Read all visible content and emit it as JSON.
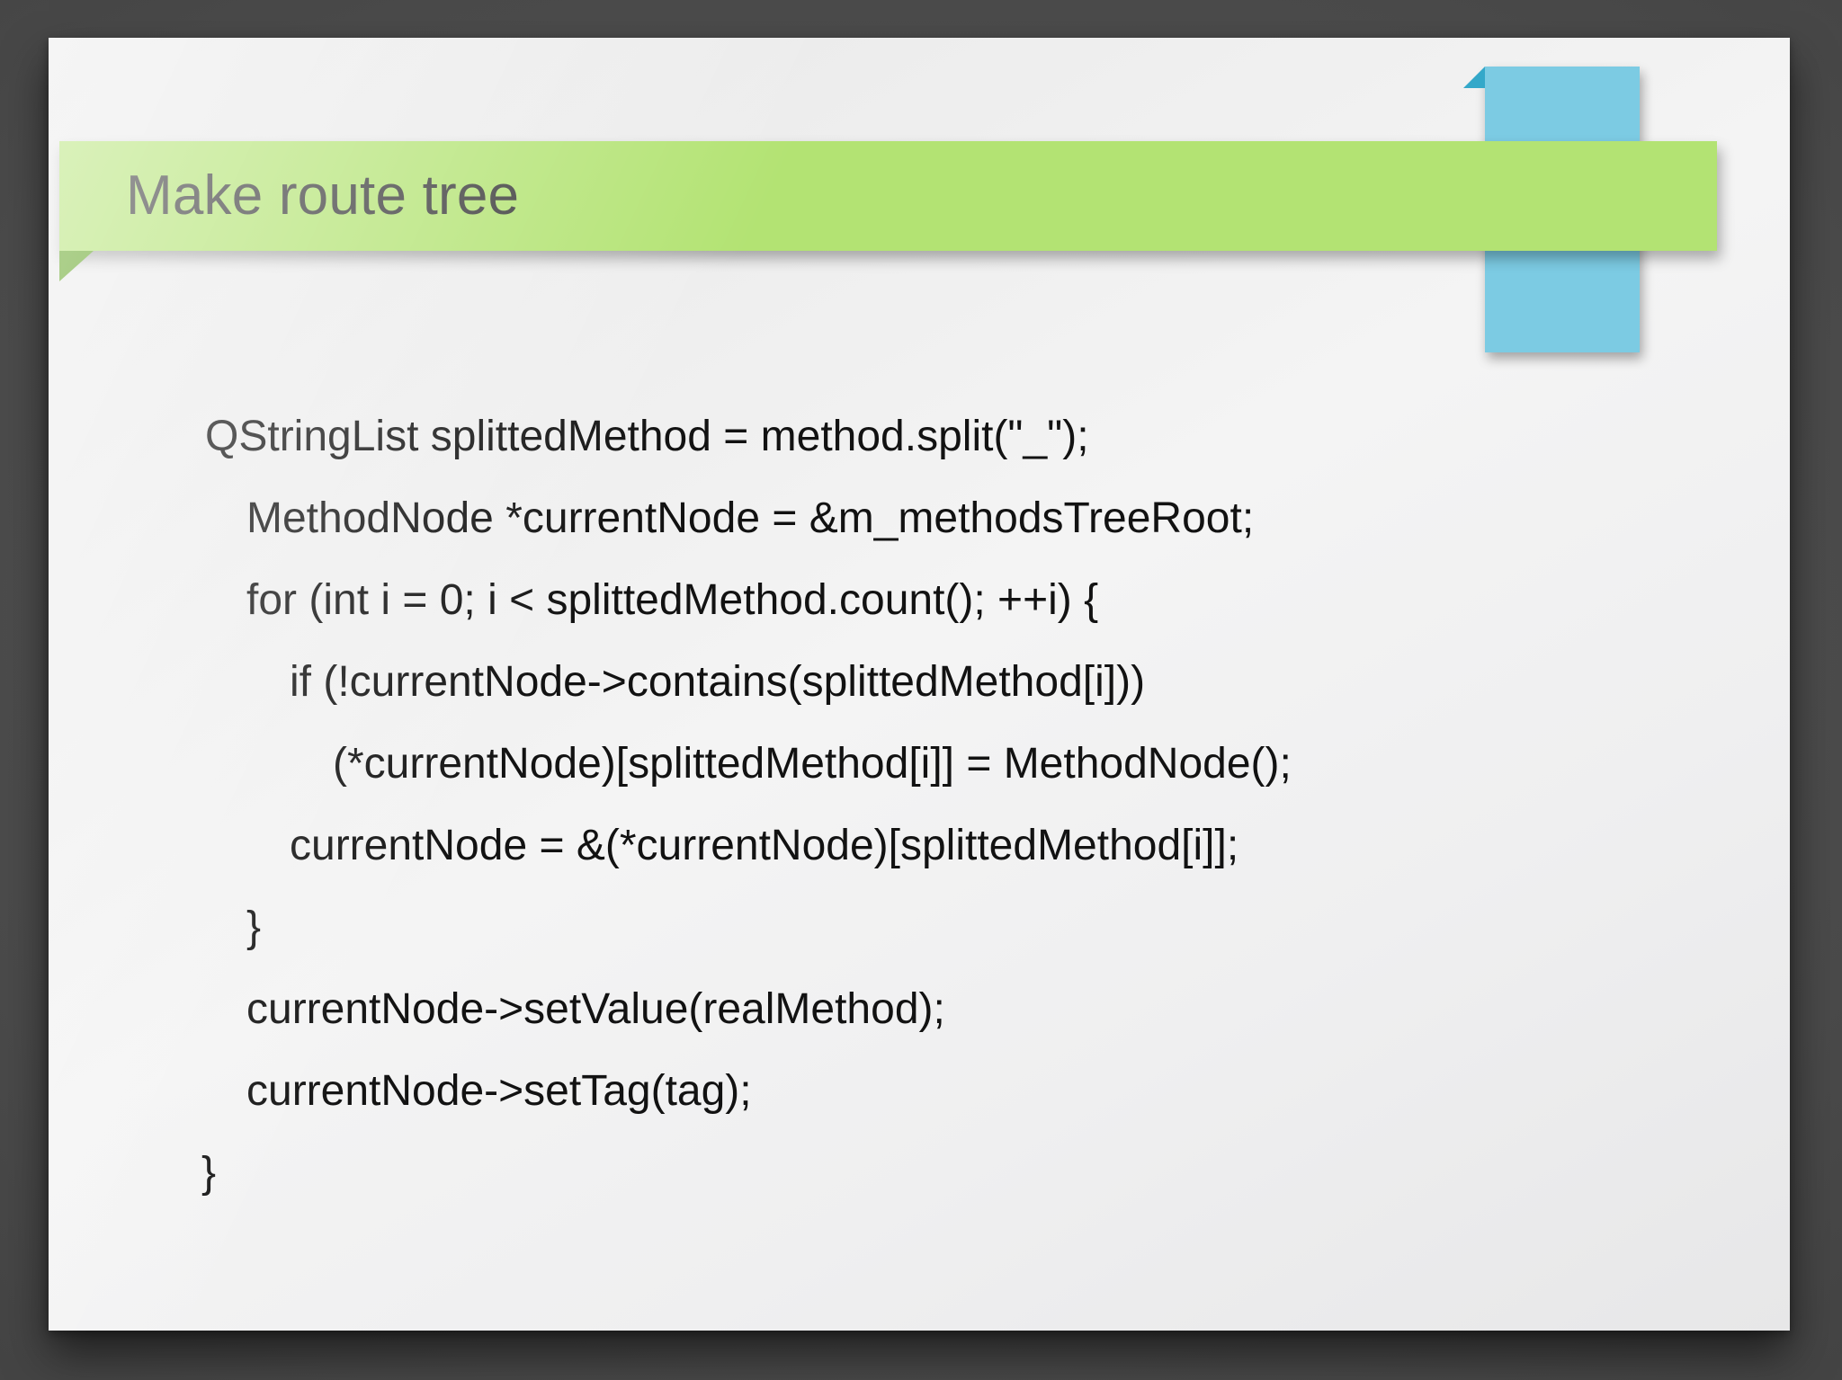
{
  "slide": {
    "title": "Make route tree",
    "code_lines": [
      {
        "text": "QStringList splittedMethod = method.split(\"_\");",
        "indent": 0
      },
      {
        "text": "MethodNode *currentNode = &m_methodsTreeRoot;",
        "indent": 1
      },
      {
        "text": "for (int i = 0; i < splittedMethod.count(); ++i) {",
        "indent": 1
      },
      {
        "text": "if (!currentNode->contains(splittedMethod[i]))",
        "indent": 2
      },
      {
        "text": "(*currentNode)[splittedMethod[i]] = MethodNode();",
        "indent": 3
      },
      {
        "text": "currentNode = &(*currentNode)[splittedMethod[i]];",
        "indent": 2
      },
      {
        "text": "}",
        "indent": 1
      },
      {
        "text": "currentNode->setValue(realMethod);",
        "indent": 1
      },
      {
        "text": "currentNode->setTag(tag);",
        "indent": 1
      },
      {
        "text": "}",
        "indent": 0
      }
    ],
    "colors": {
      "backdrop": "#4a4a4a",
      "sheet": "#efeff0",
      "banner_green": "#b3e373",
      "banner_green_fold": "#63a524",
      "ribbon_blue": "#7ccbe3",
      "ribbon_blue_fold": "#34a8c9",
      "title_text": "#3a3a3a",
      "code_text": "#121212"
    }
  }
}
